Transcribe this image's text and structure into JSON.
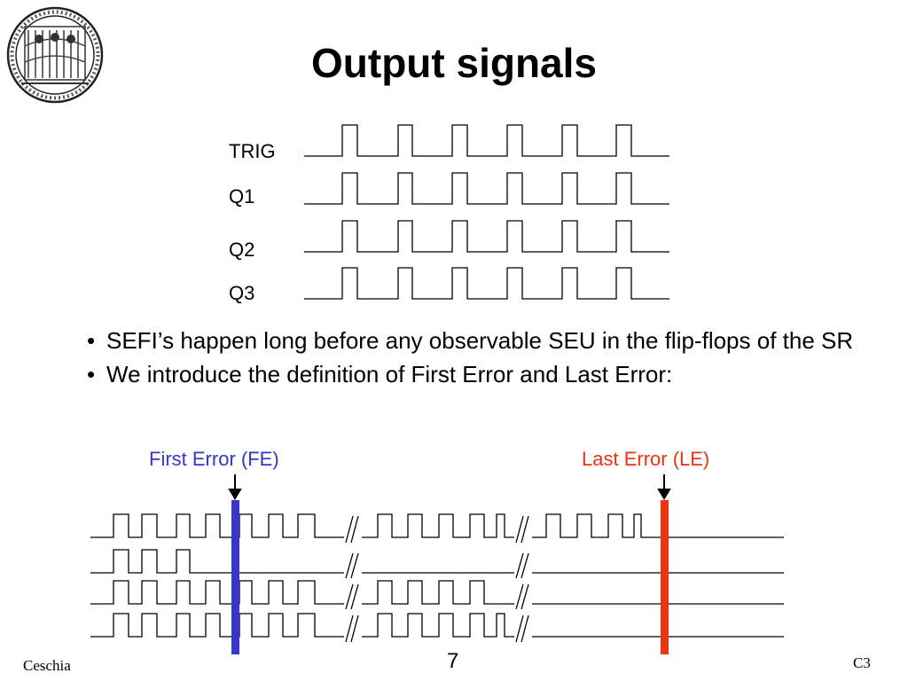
{
  "slide": {
    "title": "Output signals",
    "page_number": "7",
    "footer_left": "Ceschia",
    "footer_right": "C3"
  },
  "signals": [
    "TRIG",
    "Q1",
    "Q2",
    "Q3"
  ],
  "bullets": [
    "SEFI’s happen long before any observable SEU in the flip-flops of the SR",
    "We introduce the definition of First Error and Last Error:"
  ],
  "markers": {
    "first_error": {
      "label": "First Error (FE)",
      "color": "#3636cc"
    },
    "last_error": {
      "label": "Last Error (LE)",
      "color": "#ee3311"
    }
  },
  "logo": {
    "icon": "university-seal-icon"
  }
}
